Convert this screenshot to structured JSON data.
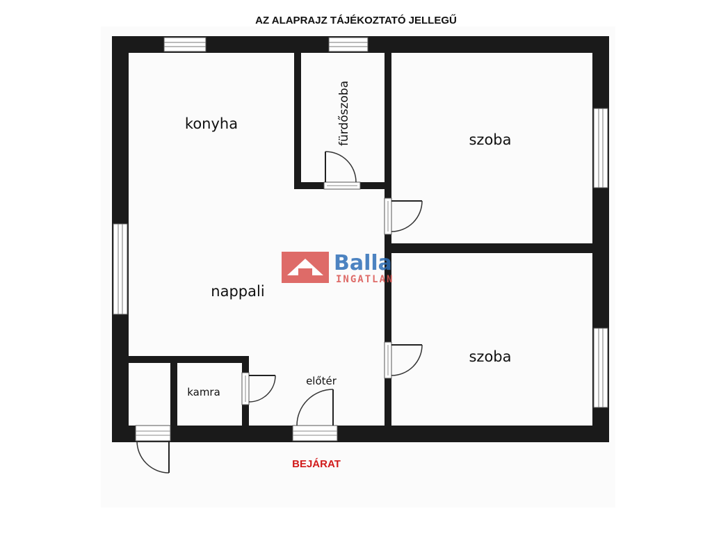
{
  "header": {
    "title": "AZ ALAPRAJZ TÁJÉKOZTATÓ JELLEGŰ"
  },
  "rooms": {
    "kitchen": "konyha",
    "bathroom": "fürdőszoba",
    "room_top": "szoba",
    "living": "nappali",
    "room_bottom": "szoba",
    "pantry": "kamra",
    "hall": "előtér"
  },
  "entrance": {
    "label": "BEJÁRAT"
  },
  "watermark": {
    "brand": "Balla",
    "sub": "INGATLAN"
  },
  "colors": {
    "wall": "#1a1a1a",
    "entrance_label": "#d11a1a",
    "logo_red": "#d9534f",
    "logo_blue": "#2e6fb7"
  }
}
